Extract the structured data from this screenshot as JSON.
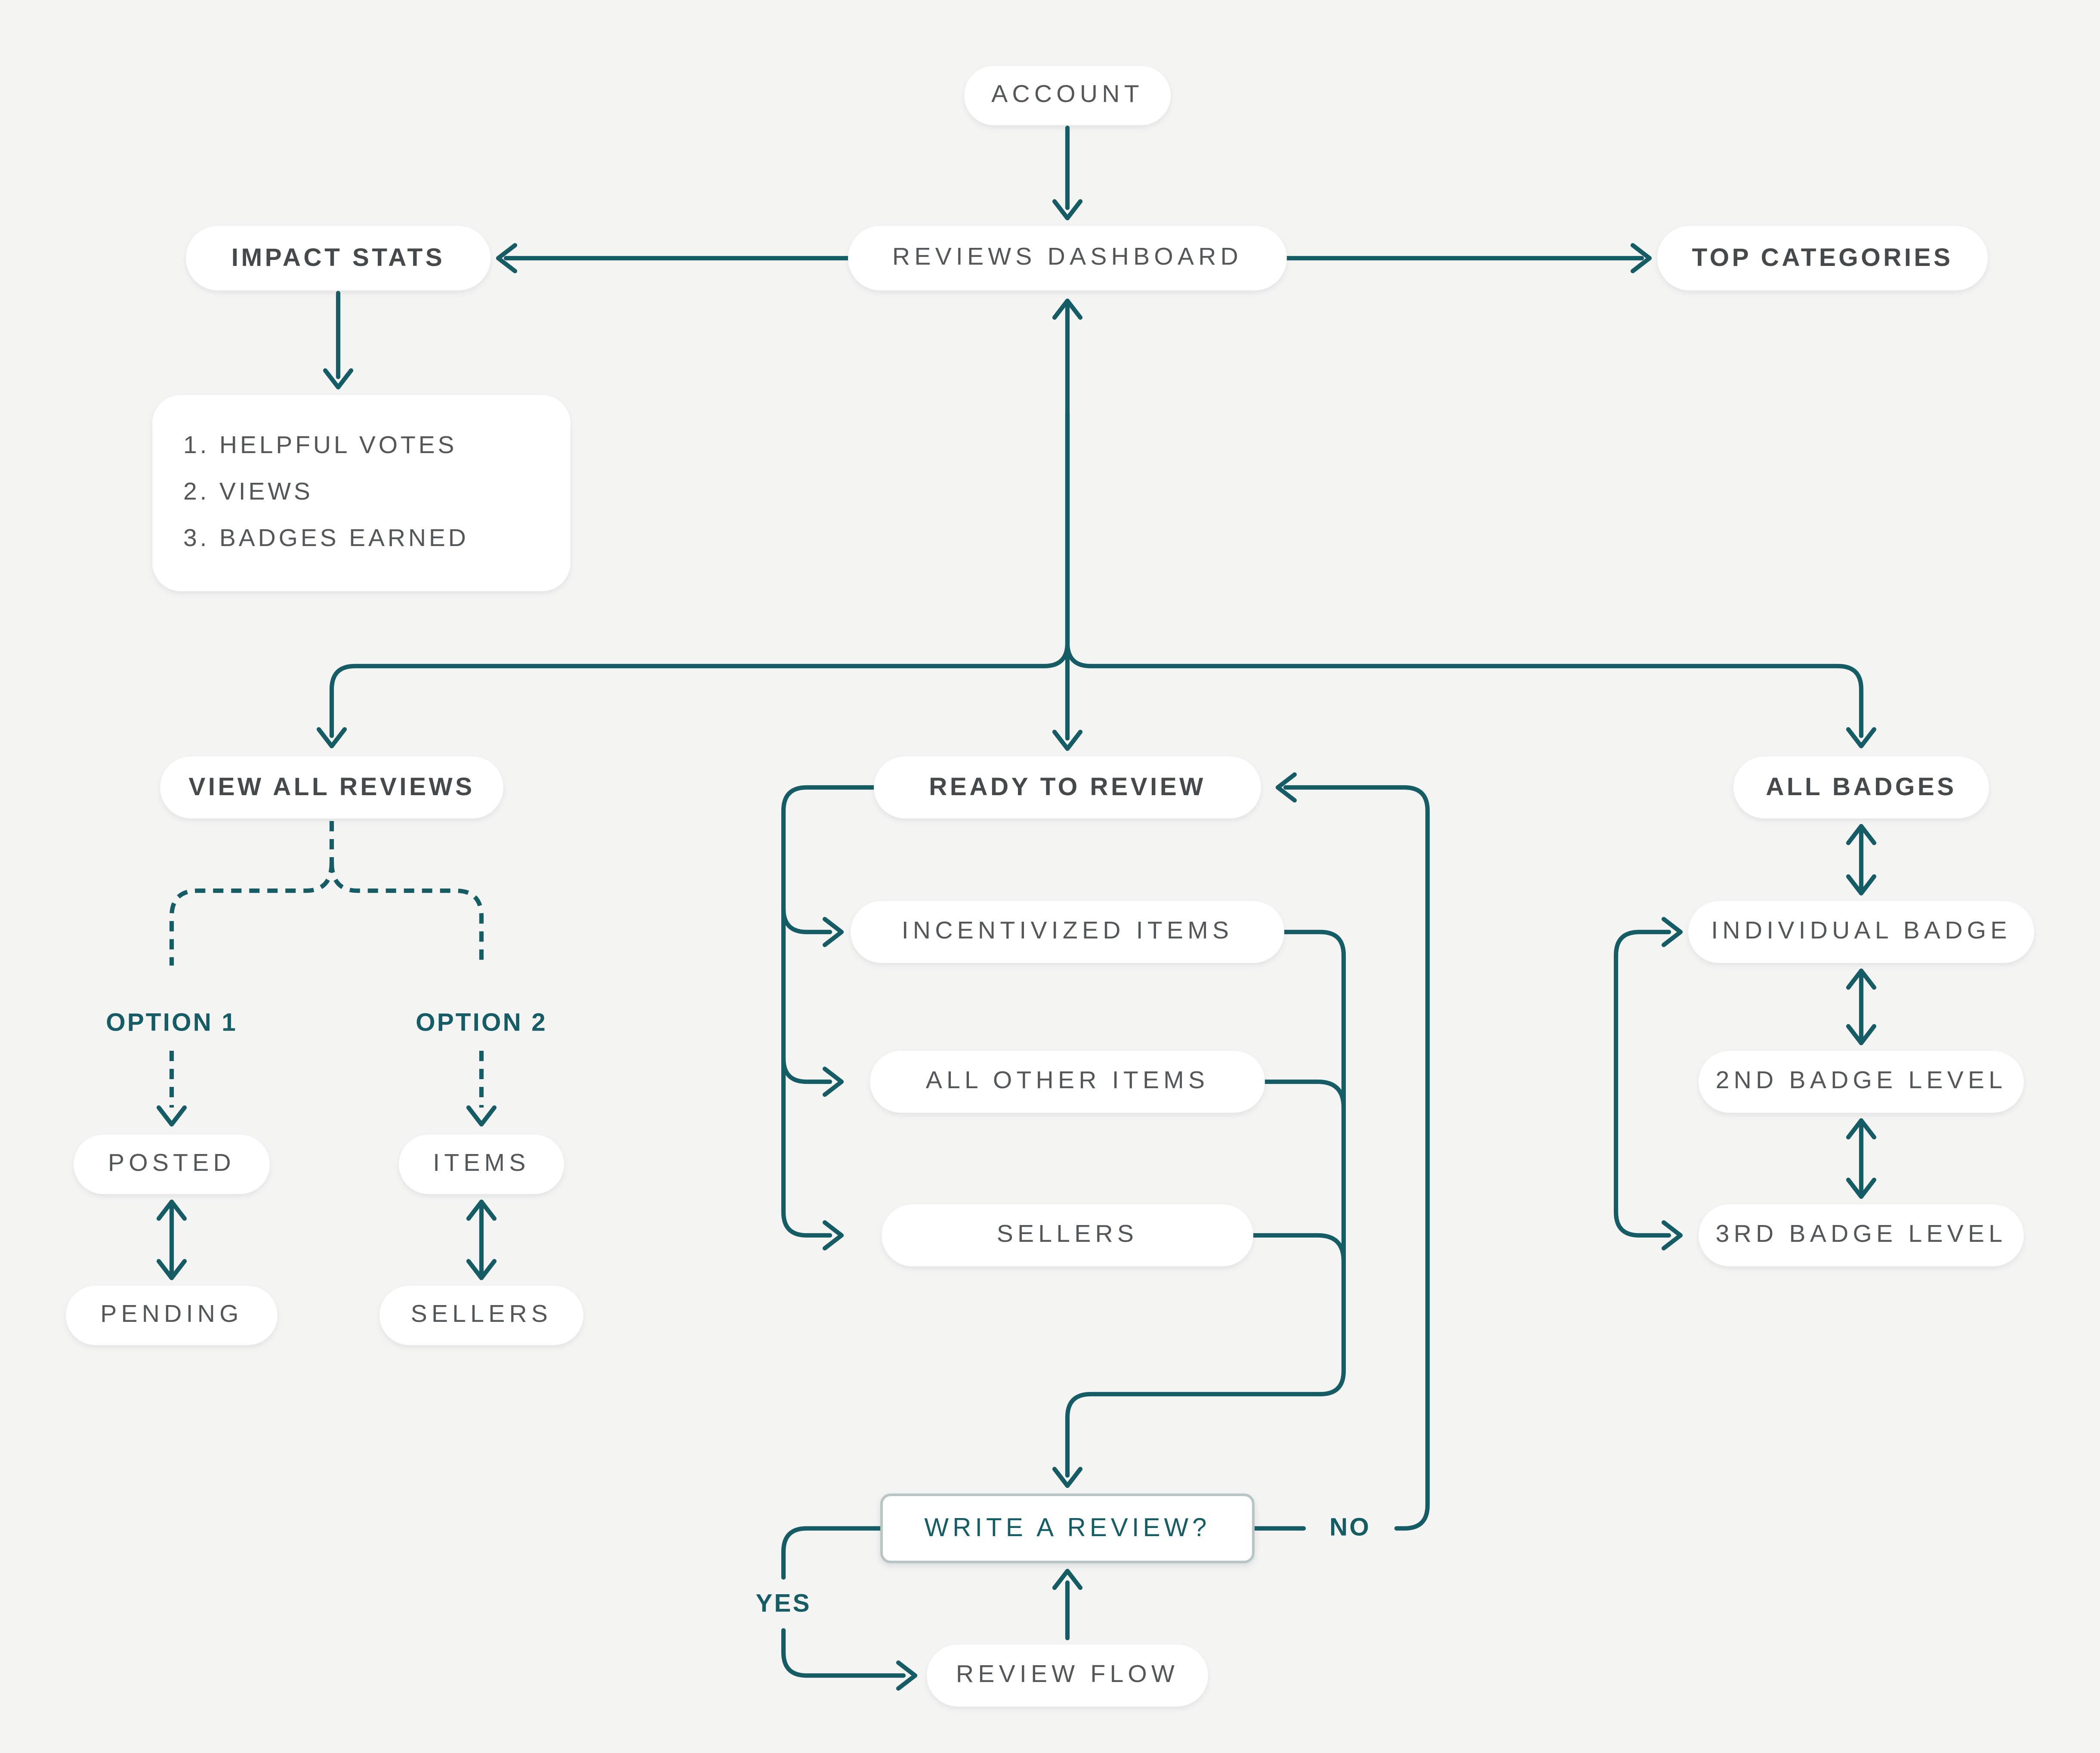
{
  "palette": {
    "background": "#f4f4f3",
    "node_background": "#ffffff",
    "line_teal": "#165c64",
    "node_text": "#53575a",
    "bold_node_text": "#45494b",
    "accent_text": "#165c64",
    "decision_border": "#b7c5c4"
  },
  "nodes": {
    "account": {
      "label": "ACCOUNT"
    },
    "reviews_dashboard": {
      "label": "REVIEWS DASHBOARD"
    },
    "impact_stats": {
      "label": "IMPACT STATS"
    },
    "top_categories": {
      "label": "TOP CATEGORIES"
    },
    "impact_list": {
      "items": [
        "1. HELPFUL VOTES",
        "2. VIEWS",
        "3. BADGES EARNED"
      ]
    },
    "view_all_reviews": {
      "label": "VIEW ALL REVIEWS"
    },
    "ready_to_review": {
      "label": "READY TO REVIEW"
    },
    "all_badges": {
      "label": "ALL BADGES"
    },
    "option_1": {
      "label": "OPTION 1"
    },
    "option_2": {
      "label": "OPTION 2"
    },
    "posted": {
      "label": "POSTED"
    },
    "pending": {
      "label": "PENDING"
    },
    "items": {
      "label": "ITEMS"
    },
    "sellers_left": {
      "label": "SELLERS"
    },
    "incentivized_items": {
      "label": "INCENTIVIZED ITEMS"
    },
    "all_other_items": {
      "label": "ALL OTHER ITEMS"
    },
    "sellers_mid": {
      "label": "SELLERS"
    },
    "individual_badge": {
      "label": "INDIVIDUAL BADGE"
    },
    "second_badge_level": {
      "label": "2ND BADGE LEVEL"
    },
    "third_badge_level": {
      "label": "3RD BADGE LEVEL"
    },
    "write_a_review": {
      "label": "WRITE A REVIEW?"
    },
    "review_flow": {
      "label": "REVIEW FLOW"
    },
    "yes": {
      "label": "YES"
    },
    "no": {
      "label": "NO"
    }
  }
}
